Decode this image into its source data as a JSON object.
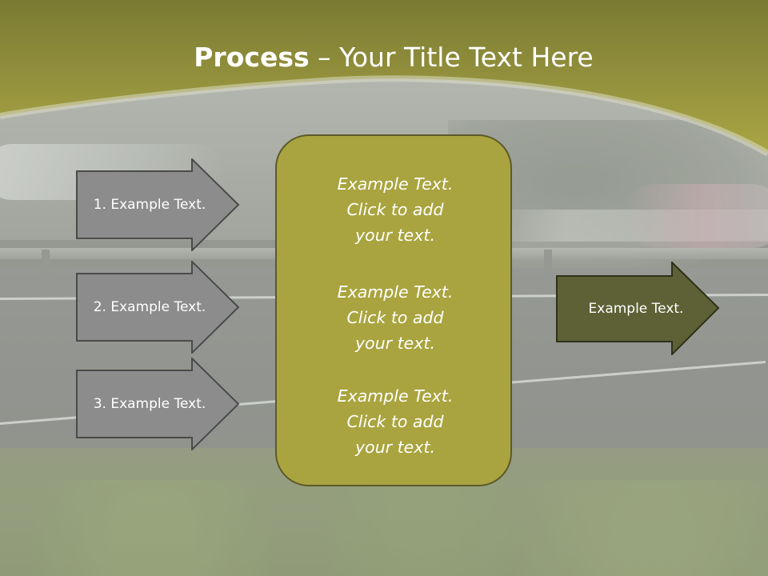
{
  "slide": {
    "title_bold": "Process",
    "title_rest": " – Your Title Text Here",
    "steps": [
      {
        "label": "1. Example Text."
      },
      {
        "label": "2. Example Text."
      },
      {
        "label": "3. Example Text."
      }
    ],
    "center_blocks": [
      {
        "lines": [
          "Example Text.",
          "Click  to add",
          "your text."
        ]
      },
      {
        "lines": [
          "Example Text.",
          "Click  to add",
          "your text."
        ]
      },
      {
        "lines": [
          "Example Text.",
          "Click  to add",
          "your text."
        ]
      }
    ],
    "result": {
      "label": "Example Text."
    }
  },
  "colors": {
    "header_band": "#a9a43f",
    "center_box": "#a9a43f",
    "step_arrow_fill": "#8c8c8c",
    "result_arrow_fill": "#5d6135",
    "text": "#ffffff"
  }
}
